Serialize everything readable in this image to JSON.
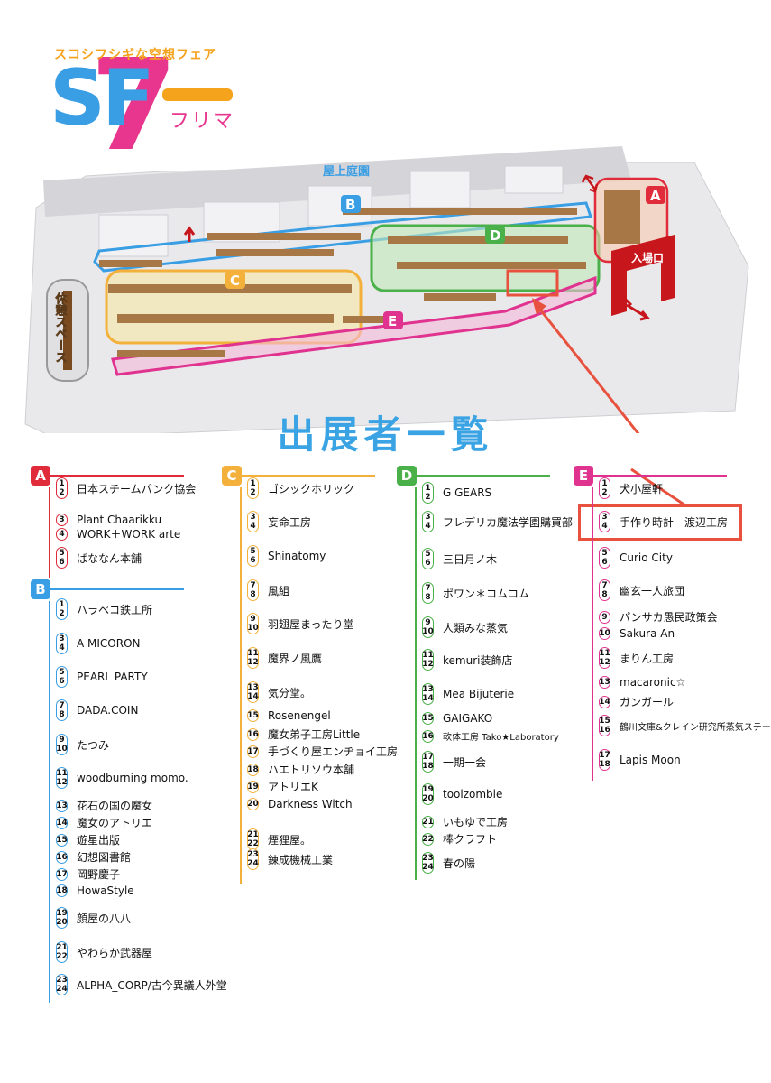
{
  "logo": {
    "tagline": "スコシフシギな空想フェア",
    "letters": "SF",
    "number": "7",
    "kana": "フリマ"
  },
  "map": {
    "rooftop_label": "屋上庭園",
    "rest_space_label": "休憩スペース",
    "entrance_label": "入場口",
    "zones": [
      "A",
      "B",
      "C",
      "D",
      "E"
    ]
  },
  "list_title": "出展者一覧",
  "colors": {
    "A": "#e02b3a",
    "B": "#3a9ee4",
    "C": "#f3b13c",
    "D": "#4ab04a",
    "E": "#e0338f",
    "highlight": "#e8513d"
  },
  "sections": [
    {
      "letter": "A",
      "entries": [
        {
          "nums": [
            "1",
            "2"
          ],
          "name": "日本スチームパンク協会"
        },
        {
          "nums": [
            "3"
          ],
          "name": "Plant Chaarikku"
        },
        {
          "nums": [
            "4"
          ],
          "name": "WORK＋WORK arte"
        },
        {
          "nums": [
            "5",
            "6"
          ],
          "name": "ばななん本舗"
        }
      ]
    },
    {
      "letter": "B",
      "entries": [
        {
          "nums": [
            "1",
            "2"
          ],
          "name": "ハラペコ鉄工所"
        },
        {
          "nums": [
            "3",
            "4"
          ],
          "name": "A MICORON"
        },
        {
          "nums": [
            "5",
            "6"
          ],
          "name": "PEARL PARTY"
        },
        {
          "nums": [
            "7",
            "8"
          ],
          "name": "DADA.COIN"
        },
        {
          "nums": [
            "9",
            "10"
          ],
          "name": "たつみ"
        },
        {
          "nums": [
            "11",
            "12"
          ],
          "name": "woodburning momo."
        },
        {
          "nums": [
            "13"
          ],
          "name": "花石の国の魔女"
        },
        {
          "nums": [
            "14"
          ],
          "name": "魔女のアトリエ"
        },
        {
          "nums": [
            "15"
          ],
          "name": "遊星出版"
        },
        {
          "nums": [
            "16"
          ],
          "name": "幻想図書館"
        },
        {
          "nums": [
            "17"
          ],
          "name": "岡野慶子"
        },
        {
          "nums": [
            "18"
          ],
          "name": "HowaStyle"
        },
        {
          "nums": [
            "19",
            "20"
          ],
          "name": "顔屋の八八"
        },
        {
          "nums": [
            "21",
            "22"
          ],
          "name": "やわらか武器屋"
        },
        {
          "nums": [
            "23",
            "24"
          ],
          "name": "ALPHA_CORP/古今異議人外堂"
        }
      ]
    },
    {
      "letter": "C",
      "entries": [
        {
          "nums": [
            "1",
            "2"
          ],
          "name": "ゴシックホリック"
        },
        {
          "nums": [
            "3",
            "4"
          ],
          "name": "妄命工房"
        },
        {
          "nums": [
            "5",
            "6"
          ],
          "name": "Shinatomy"
        },
        {
          "nums": [
            "7",
            "8"
          ],
          "name": "風組"
        },
        {
          "nums": [
            "9",
            "10"
          ],
          "name": "羽翅屋まったり堂"
        },
        {
          "nums": [
            "11",
            "12"
          ],
          "name": "魔界ノ風鷹"
        },
        {
          "nums": [
            "13",
            "14"
          ],
          "name": "気分堂。"
        },
        {
          "nums": [
            "15"
          ],
          "name": "Rosenengel"
        },
        {
          "nums": [
            "16"
          ],
          "name": "魔女弟子工房Little"
        },
        {
          "nums": [
            "17"
          ],
          "name": "手づくり屋エンヂョイ工房"
        },
        {
          "nums": [
            "18"
          ],
          "name": "ハエトリソウ本舗"
        },
        {
          "nums": [
            "19"
          ],
          "name": "アトリエK"
        },
        {
          "nums": [
            "20"
          ],
          "name": "Darkness Witch"
        },
        {
          "nums": [
            "21",
            "22"
          ],
          "name": "煙狸屋。"
        },
        {
          "nums": [
            "23",
            "24"
          ],
          "name": "錬成機械工業"
        }
      ]
    },
    {
      "letter": "D",
      "entries": [
        {
          "nums": [
            "1",
            "2"
          ],
          "name": "G GEARS"
        },
        {
          "nums": [
            "3",
            "4"
          ],
          "name": "フレデリカ魔法学園購買部"
        },
        {
          "nums": [
            "5",
            "6"
          ],
          "name": "三日月ノ木"
        },
        {
          "nums": [
            "7",
            "8"
          ],
          "name": "ポワン＊コムコム"
        },
        {
          "nums": [
            "9",
            "10"
          ],
          "name": "人類みな蒸気"
        },
        {
          "nums": [
            "11",
            "12"
          ],
          "name": "kemuri装飾店"
        },
        {
          "nums": [
            "13",
            "14"
          ],
          "name": "Mea Bijuterie"
        },
        {
          "nums": [
            "15"
          ],
          "name": "GAIGAKO"
        },
        {
          "nums": [
            "16"
          ],
          "name": "軟体工房 Tako★Laboratory"
        },
        {
          "nums": [
            "17",
            "18"
          ],
          "name": "一期一会"
        },
        {
          "nums": [
            "19",
            "20"
          ],
          "name": "toolzombie"
        },
        {
          "nums": [
            "21"
          ],
          "name": "いもゆで工房"
        },
        {
          "nums": [
            "22"
          ],
          "name": "棒クラフト"
        },
        {
          "nums": [
            "23",
            "24"
          ],
          "name": "春の陽"
        }
      ]
    },
    {
      "letter": "E",
      "entries": [
        {
          "nums": [
            "1",
            "2"
          ],
          "name": "犬小屋軒"
        },
        {
          "nums": [
            "3",
            "4"
          ],
          "name": "手作り時計　渡辺工房"
        },
        {
          "nums": [
            "5",
            "6"
          ],
          "name": "Curio City"
        },
        {
          "nums": [
            "7",
            "8"
          ],
          "name": "幽玄一人旅団"
        },
        {
          "nums": [
            "9"
          ],
          "name": "パンサカ愚民政策会"
        },
        {
          "nums": [
            "10"
          ],
          "name": "Sakura An"
        },
        {
          "nums": [
            "11",
            "12"
          ],
          "name": "まりん工房"
        },
        {
          "nums": [
            "13"
          ],
          "name": "macaronic☆"
        },
        {
          "nums": [
            "14"
          ],
          "name": "ガンガール"
        },
        {
          "nums": [
            "15",
            "16"
          ],
          "name": "鶴川文庫&クレイン研究所蒸気ステーション"
        },
        {
          "nums": [
            "17",
            "18"
          ],
          "name": "Lapis Moon"
        }
      ]
    }
  ]
}
